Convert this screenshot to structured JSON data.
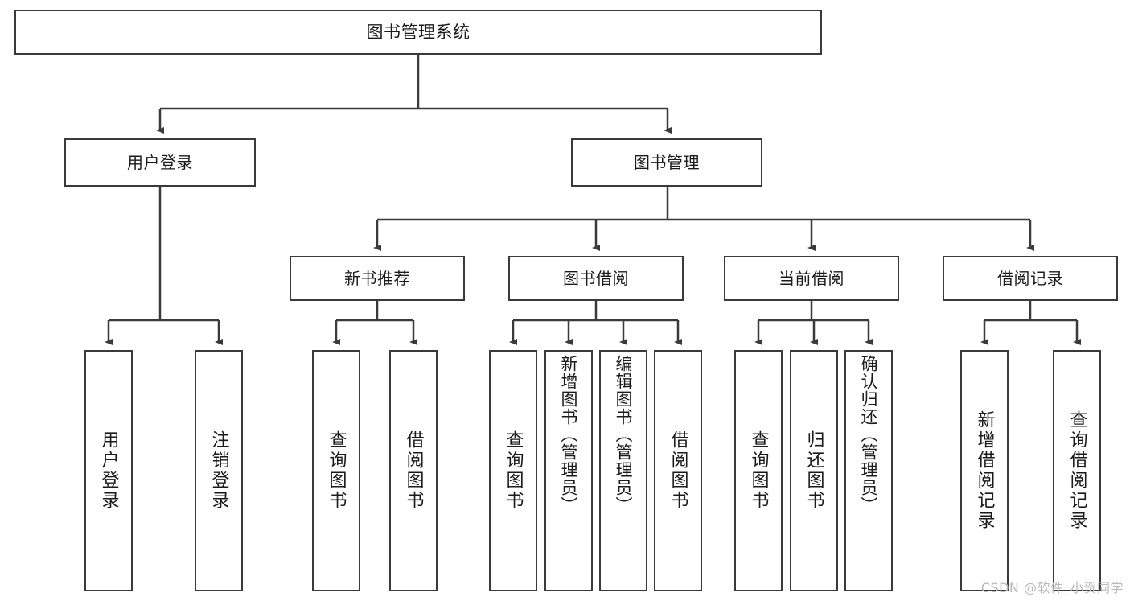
{
  "diagram": {
    "title": "图书管理系统",
    "root": {
      "label": "图书管理系统"
    },
    "level2": [
      {
        "label": "用户登录"
      },
      {
        "label": "图书管理"
      }
    ],
    "level3": [
      {
        "label": "新书推荐"
      },
      {
        "label": "图书借阅"
      },
      {
        "label": "当前借阅"
      },
      {
        "label": "借阅记录"
      }
    ],
    "leaves": {
      "user_login": [
        {
          "label": "用户登录"
        },
        {
          "label": "注销登录"
        }
      ],
      "new_book_rec": [
        {
          "label": "查询图书"
        },
        {
          "label": "借阅图书"
        }
      ],
      "book_borrow": [
        {
          "label": "查询图书"
        },
        {
          "label": "新增图书（管理员）"
        },
        {
          "label": "编辑图书（管理员）"
        },
        {
          "label": "借阅图书"
        }
      ],
      "current_borrow": [
        {
          "label": "查询图书"
        },
        {
          "label": "归还图书"
        },
        {
          "label": "确认归还（管理员）"
        }
      ],
      "borrow_record": [
        {
          "label": "新增借阅记录"
        },
        {
          "label": "查询借阅记录"
        }
      ]
    }
  },
  "watermark": {
    "text": "CSDN @软件_小贺同学"
  },
  "colors": {
    "border": "#3a3a3a",
    "background": "#ffffff",
    "text": "#1b1b1b",
    "watermark": "#b9b9b9"
  }
}
